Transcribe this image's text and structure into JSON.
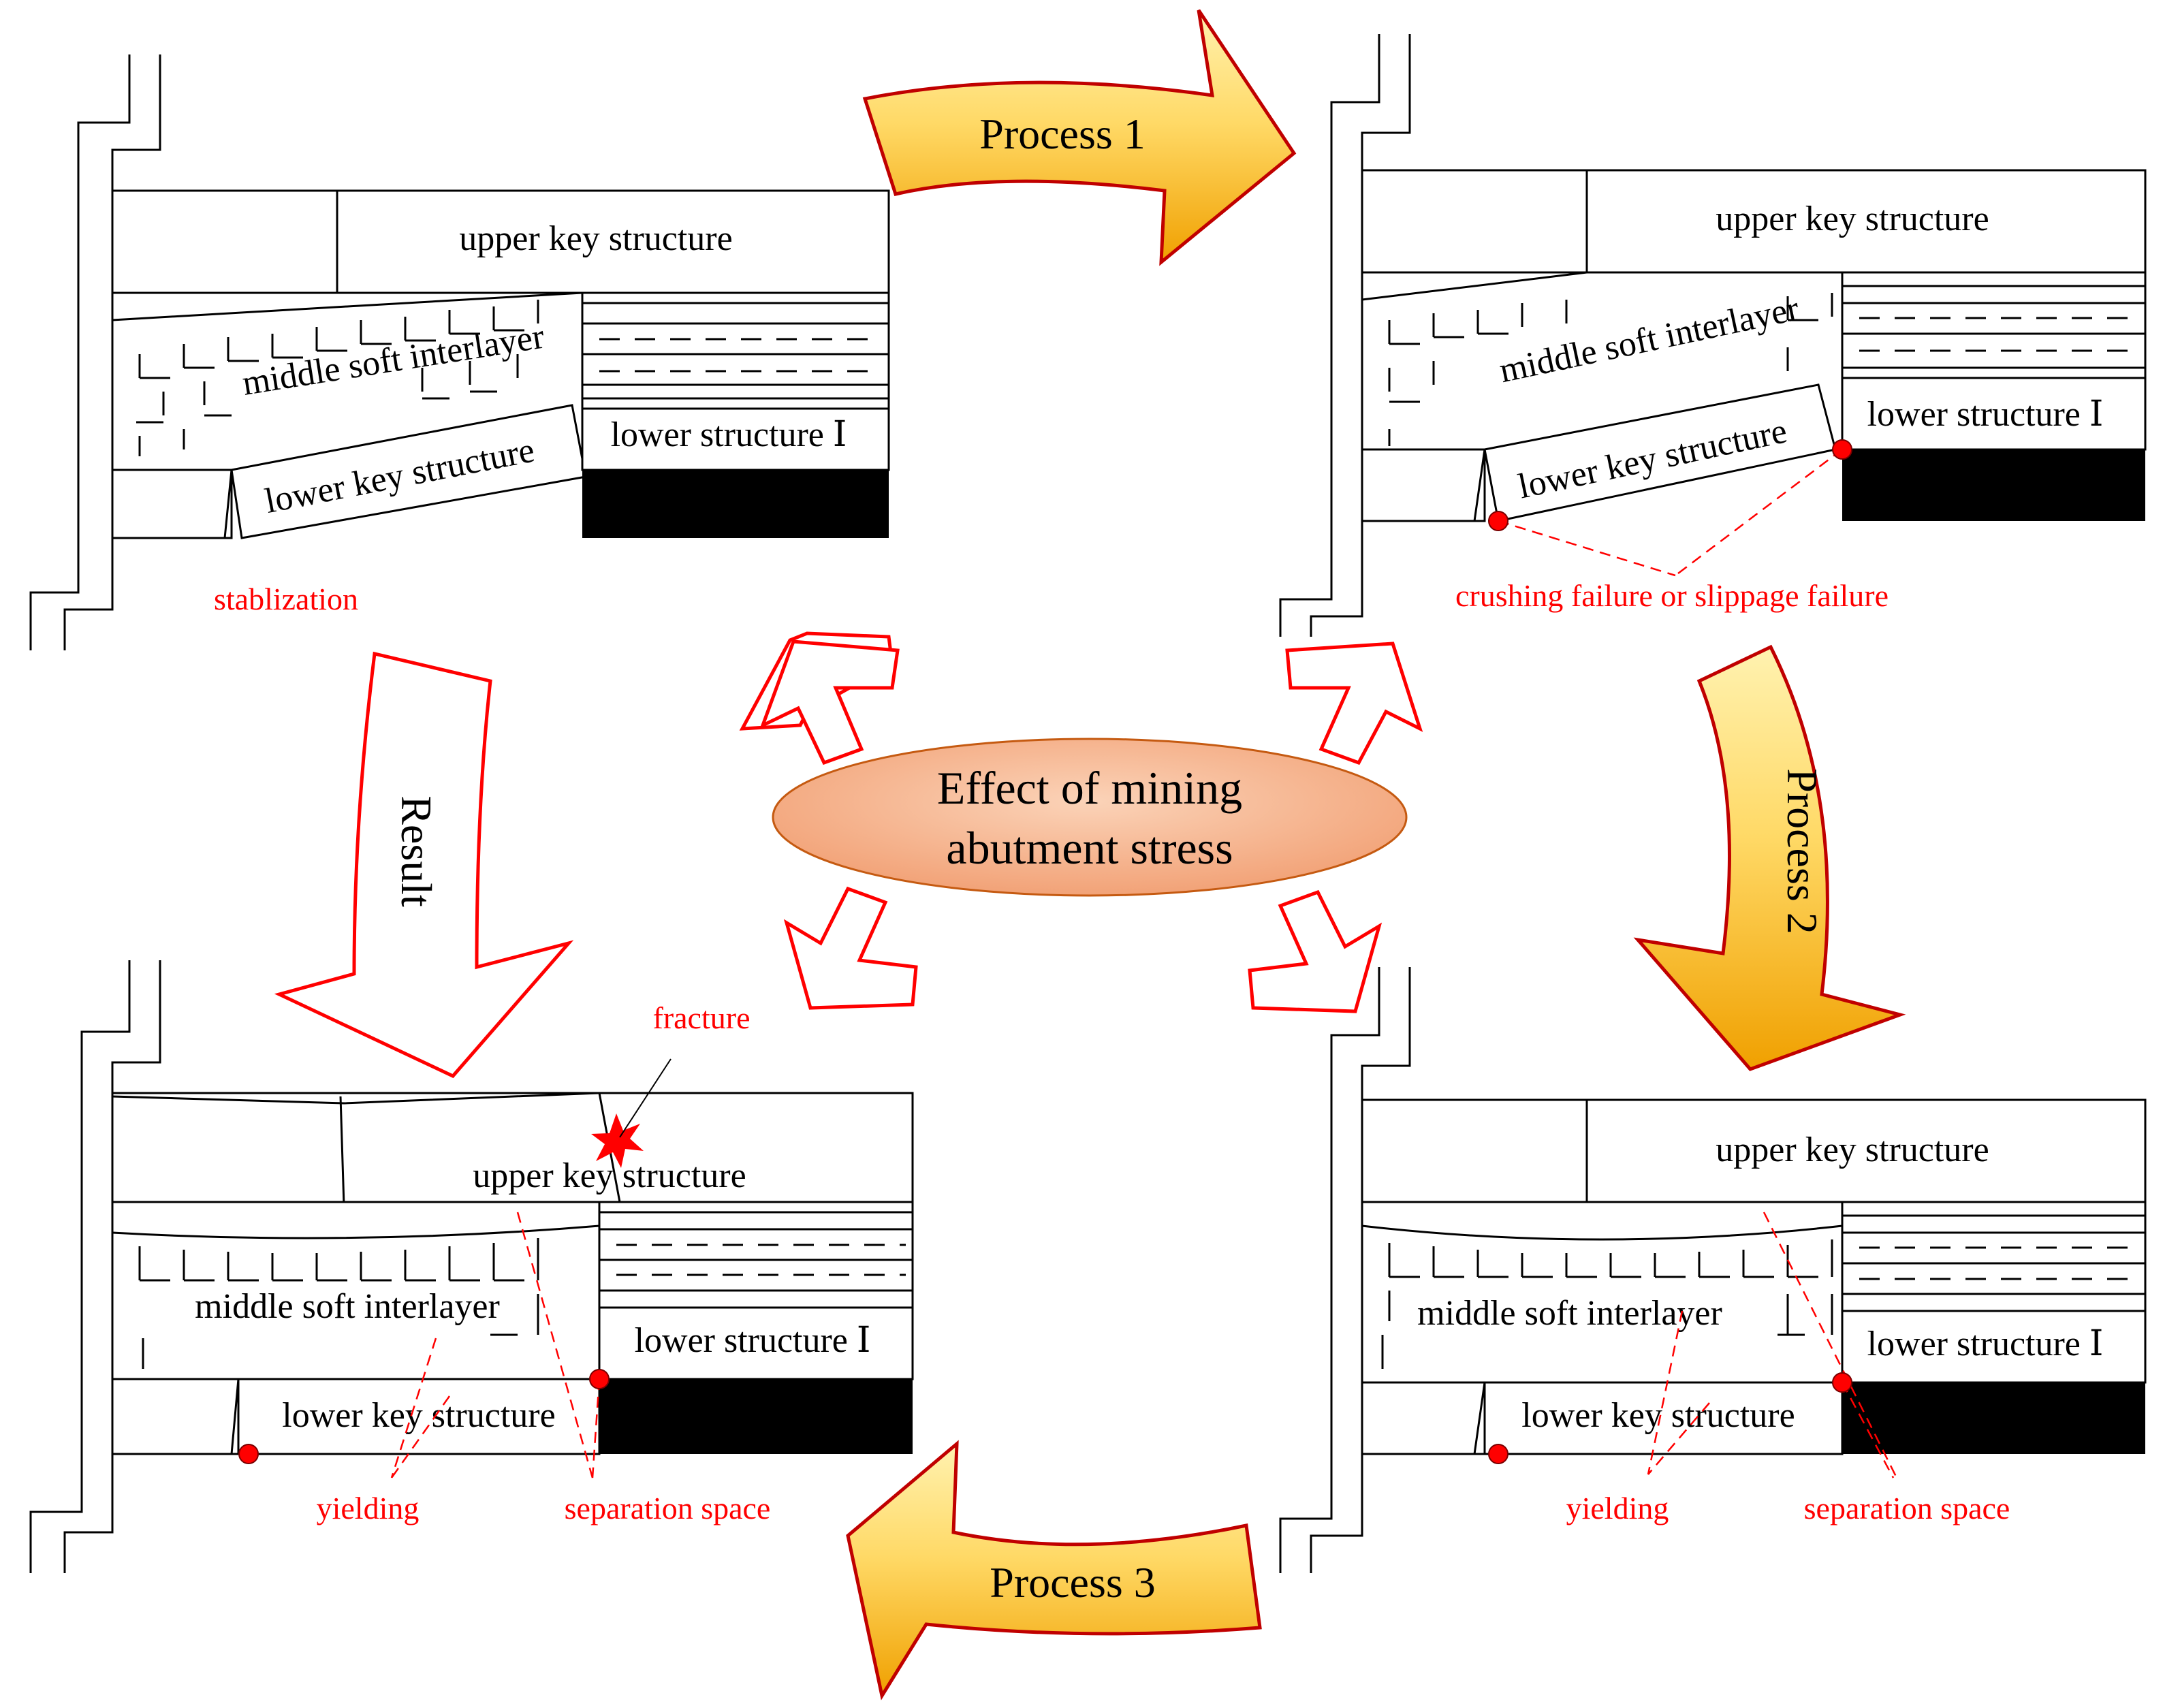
{
  "panels": {
    "tl": {
      "upper": "upper key structure",
      "middle": "middle soft interlayer",
      "lower_key": "lower key structure",
      "lower_struct": "lower structure Ⅰ",
      "status": "stablization"
    },
    "tr": {
      "upper": "upper key structure",
      "middle": "middle soft interlayer",
      "lower_key": "lower key structure",
      "lower_struct": "lower structure Ⅰ",
      "failure": "crushing failure or slippage failure"
    },
    "br": {
      "upper": "upper key structure",
      "middle": "middle soft interlayer",
      "lower_key": "lower key structure",
      "lower_struct": "lower structure Ⅰ",
      "yielding": "yielding",
      "separation": "separation space"
    },
    "bl": {
      "upper": "upper key structure",
      "middle": "middle soft interlayer",
      "lower_key": "lower key structure",
      "lower_struct": "lower structure Ⅰ",
      "fracture": "fracture",
      "yielding": "yielding",
      "separation": "separation space"
    }
  },
  "arrows": {
    "process1": "Process 1",
    "process2": "Process 2",
    "process3": "Process 3",
    "result": "Result"
  },
  "center": {
    "line1": "Effect of mining",
    "line2": "abutment stress"
  },
  "colors": {
    "annotation": "#ff0000",
    "process_arrow_fill": "#ffc000",
    "process_arrow_border": "#c00000",
    "ellipse_fill": "#f4b183",
    "coal_seam": "#000000"
  }
}
